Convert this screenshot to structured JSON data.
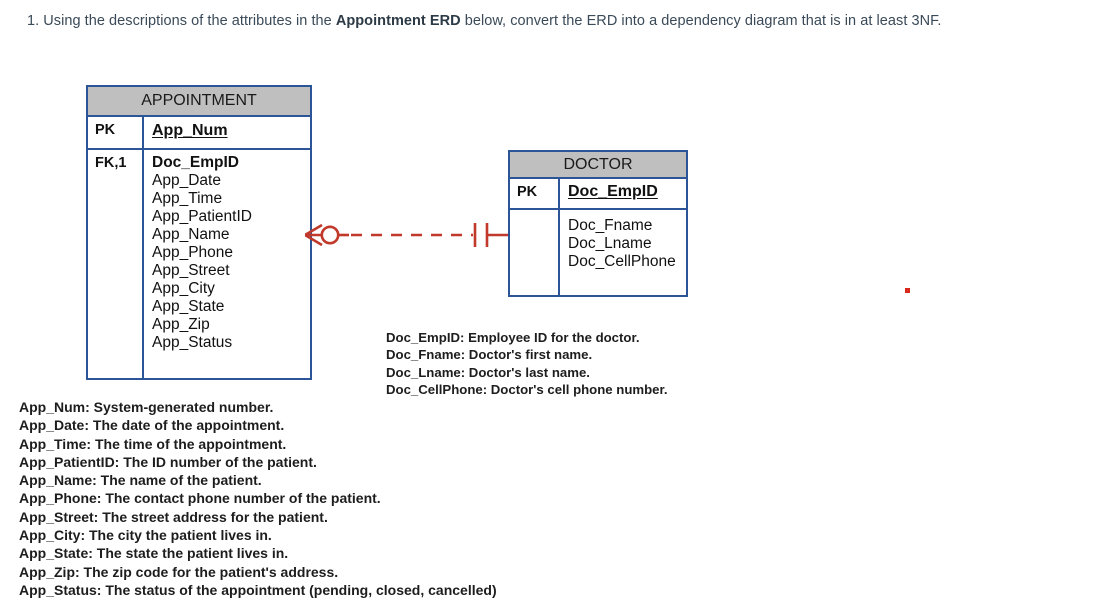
{
  "question": {
    "prefix": "1. Using the descriptions of the attributes in the ",
    "bold": "Appointment ERD",
    "suffix": " below, convert the ERD into a dependency diagram that is in at least 3NF."
  },
  "colors": {
    "entity_border": "#2b5597",
    "entity_header_fill": "#bfbfbf",
    "relationship_line": "#c0392b",
    "prompt_text": "#3a4a58",
    "stray_dot": "#d9291c"
  },
  "erd": {
    "entities": [
      {
        "id": "appointment",
        "title": "APPOINTMENT",
        "pk_label": "PK",
        "pk_attribute": "App_Num",
        "fk_label": "FK,1",
        "fk_attribute": "Doc_EmpID",
        "attributes": [
          "App_Date",
          "App_Time",
          "App_PatientID",
          "App_Name",
          "App_Phone",
          "App_Street",
          "App_City",
          "App_State",
          "App_Zip",
          "App_Status"
        ]
      },
      {
        "id": "doctor",
        "title": "DOCTOR",
        "pk_label": "PK",
        "pk_attribute": "Doc_EmpID",
        "fk_label": "",
        "fk_attribute": "",
        "attributes": [
          "Doc_Fname",
          "Doc_Lname",
          "Doc_CellPhone"
        ]
      }
    ],
    "relationship": {
      "name": "appointment-doctor-relationship",
      "left_cardinality": "zero-or-many",
      "right_cardinality": "one-and-only-one",
      "line_style": "dashed",
      "line_color": "#c0392b"
    }
  },
  "descriptions": {
    "doctor": [
      "Doc_EmpID: Employee ID for the doctor.",
      "Doc_Fname: Doctor's first name.",
      "Doc_Lname: Doctor's last name.",
      "Doc_CellPhone: Doctor's cell phone number."
    ],
    "appointment": [
      "App_Num: System-generated number.",
      "App_Date: The date of the appointment.",
      "App_Time: The time of the appointment.",
      "App_PatientID: The ID number of the patient.",
      "App_Name:  The name of the patient.",
      "App_Phone: The contact phone number of the patient.",
      "App_Street:  The street address for the patient.",
      "App_City:  The city the patient lives in.",
      "App_State:  The state the patient lives in.",
      "App_Zip:  The zip code for the patient's address.",
      "App_Status: The status of the appointment (pending, closed, cancelled)"
    ]
  }
}
